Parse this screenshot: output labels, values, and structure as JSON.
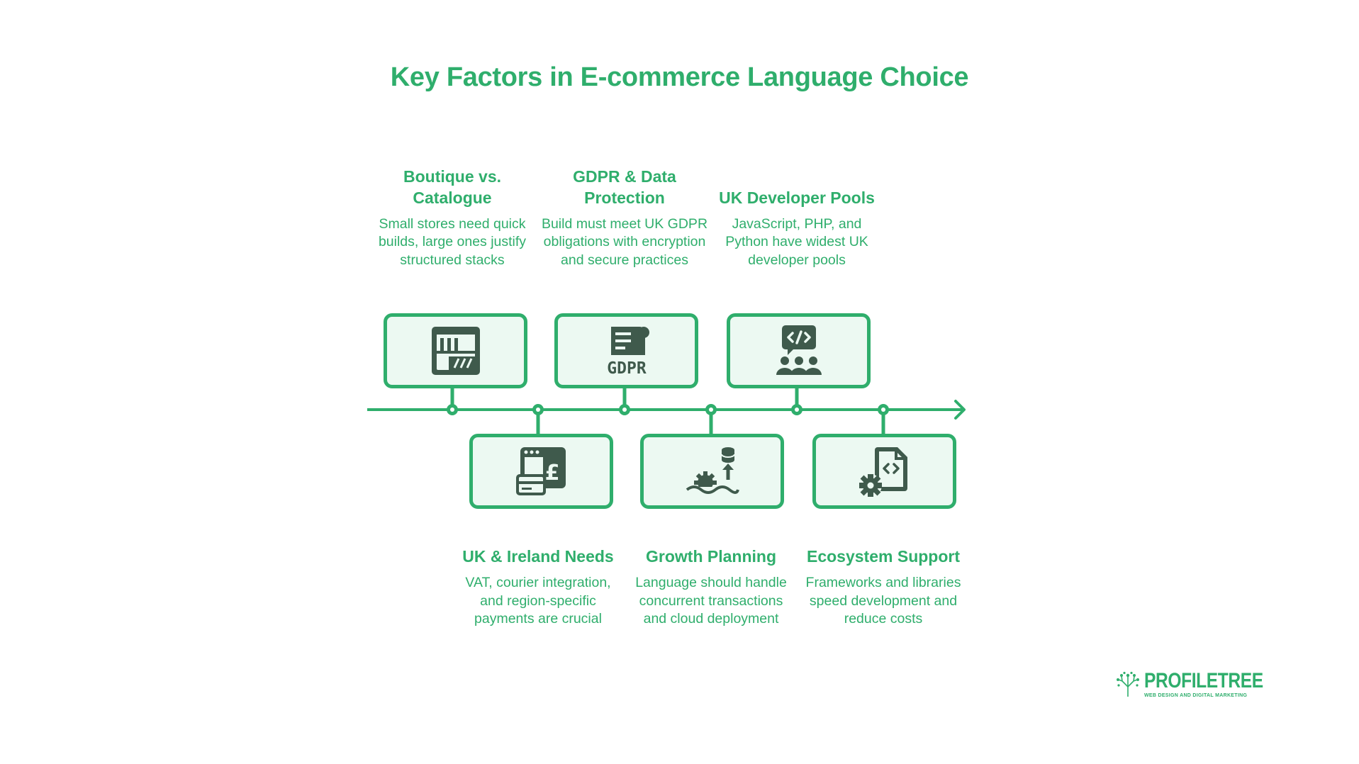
{
  "title": "Key Factors in E-commerce Language Choice",
  "colors": {
    "accent": "#2fae6c",
    "box_fill": "#ecf9f2",
    "icon": "#3f5a4c"
  },
  "factors": [
    {
      "title": "Boutique vs. Catalogue",
      "description": "Small stores need quick builds, large ones justify structured stacks",
      "icon": "storefront-icon",
      "position": "top"
    },
    {
      "title": "UK & Ireland Needs",
      "description": "VAT, courier integration, and region-specific payments are crucial",
      "icon": "payment-pound-icon",
      "position": "bottom"
    },
    {
      "title": "GDPR & Data Protection",
      "description": "Build must meet UK GDPR obligations with encryption and secure practices",
      "icon": "gdpr-document-icon",
      "icon_text": "GDPR",
      "position": "top"
    },
    {
      "title": "Growth Planning",
      "description": "Language should handle concurrent transactions and cloud deployment",
      "icon": "growth-database-icon",
      "position": "bottom"
    },
    {
      "title": "UK Developer Pools",
      "description": "JavaScript, PHP, and Python have widest UK developer pools",
      "icon": "developer-team-icon",
      "position": "top"
    },
    {
      "title": "Ecosystem Support",
      "description": "Frameworks and libraries speed development and reduce costs",
      "icon": "code-settings-icon",
      "position": "bottom"
    }
  ],
  "logo": {
    "name": "PROFILETREE",
    "tagline": "WEB DESIGN AND DIGITAL MARKETING"
  }
}
